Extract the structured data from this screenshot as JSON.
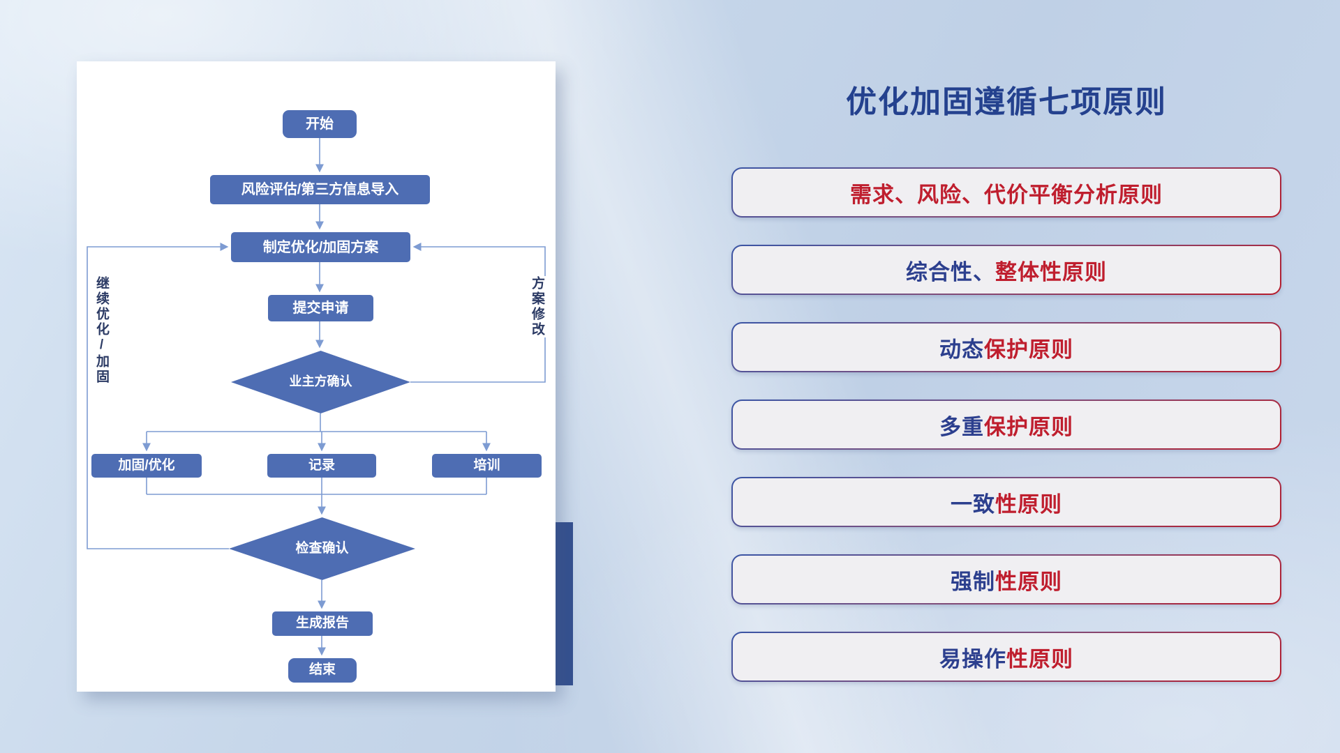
{
  "flowchart": {
    "nodes": {
      "start": {
        "label": "开始"
      },
      "risk": {
        "label": "风险评估/第三方信息导入"
      },
      "plan": {
        "label": "制定优化/加固方案"
      },
      "submit": {
        "label": "提交申请"
      },
      "owner_confirm": {
        "label": "业主方确认"
      },
      "reinforce": {
        "label": "加固/优化"
      },
      "record": {
        "label": "记录"
      },
      "training": {
        "label": "培训"
      },
      "check_confirm": {
        "label": "检查确认"
      },
      "report": {
        "label": "生成报告"
      },
      "end": {
        "label": "结束"
      }
    },
    "edge_labels": {
      "left": "继续优化/加固",
      "right": "方案修改"
    },
    "colors": {
      "node_fill": "#4e6db3",
      "connector": "#7d9bd2",
      "accent_rect": "#34508f"
    }
  },
  "panel": {
    "title": "优化加固遵循七项原则",
    "title_color": "#24418e",
    "navy": "#2c3f8e",
    "red": "#bf1e2e",
    "principles": [
      {
        "segments": [
          {
            "text": "需求、风险、代价平衡分析原则",
            "color": "#bf1e2e"
          }
        ]
      },
      {
        "segments": [
          {
            "text": "综合性、",
            "color": "#2c3f8e"
          },
          {
            "text": "整体性原则",
            "color": "#bf1e2e"
          }
        ]
      },
      {
        "segments": [
          {
            "text": "动态",
            "color": "#2c3f8e"
          },
          {
            "text": "保护原则",
            "color": "#bf1e2e"
          }
        ]
      },
      {
        "segments": [
          {
            "text": "多重",
            "color": "#2c3f8e"
          },
          {
            "text": "保护原则",
            "color": "#bf1e2e"
          }
        ]
      },
      {
        "segments": [
          {
            "text": "一致",
            "color": "#2c3f8e"
          },
          {
            "text": "性原则",
            "color": "#bf1e2e"
          }
        ]
      },
      {
        "segments": [
          {
            "text": "强制",
            "color": "#2c3f8e"
          },
          {
            "text": "性原则",
            "color": "#bf1e2e"
          }
        ]
      },
      {
        "segments": [
          {
            "text": "易操作",
            "color": "#2c3f8e"
          },
          {
            "text": "性原则",
            "color": "#bf1e2e"
          }
        ]
      }
    ]
  }
}
